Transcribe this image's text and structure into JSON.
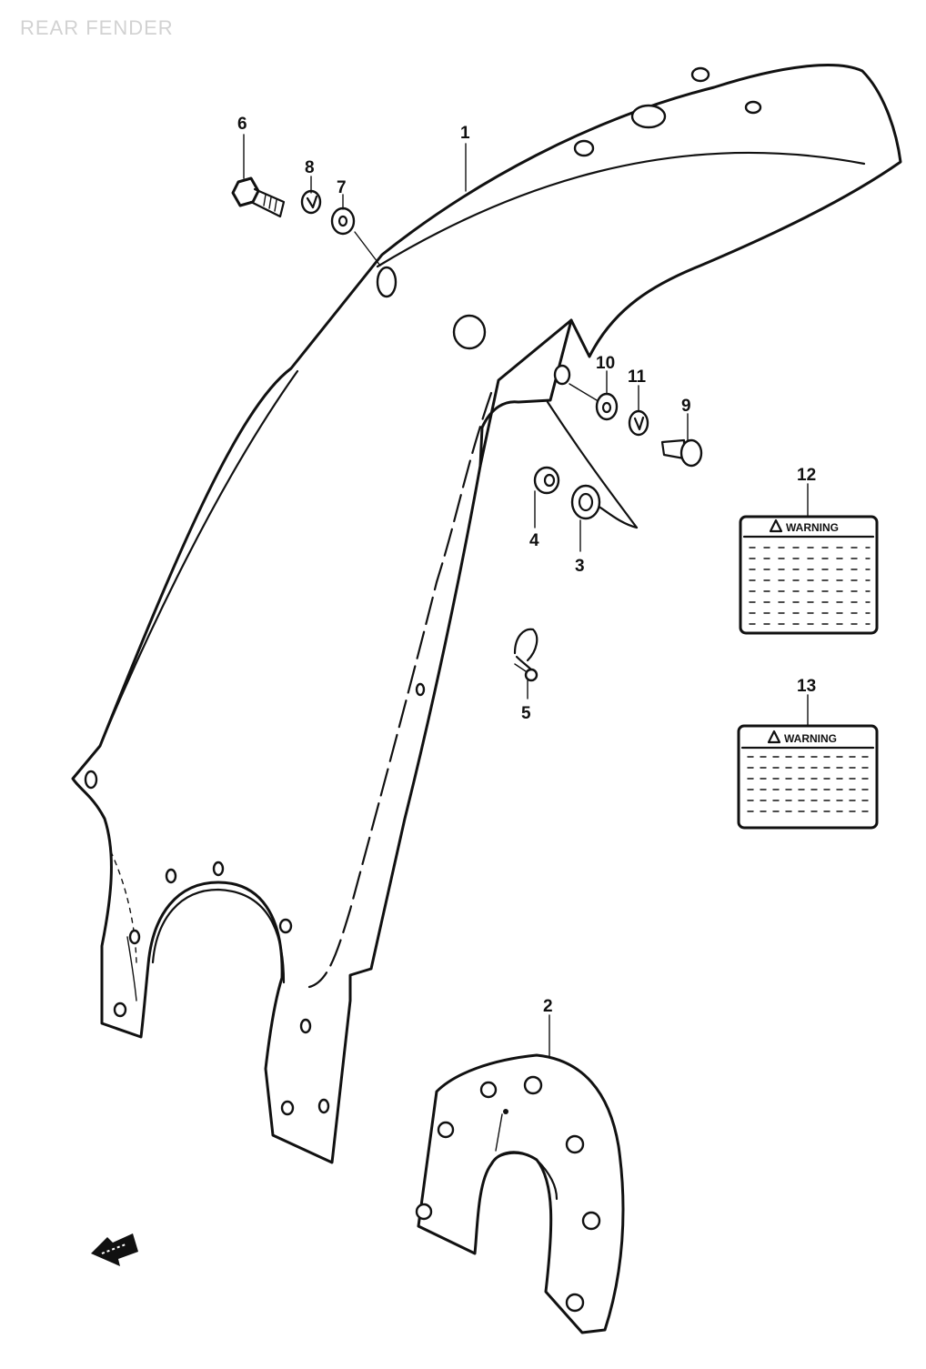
{
  "title": "REAR FENDER",
  "callouts": {
    "c1": "1",
    "c2": "2",
    "c3": "3",
    "c4": "4",
    "c5": "5",
    "c6": "6",
    "c7": "7",
    "c8": "8",
    "c9": "9",
    "c10": "10",
    "c11": "11",
    "c12": "12",
    "c13": "13"
  },
  "labels": {
    "warning_12": "WARNING",
    "warning_13": "WARNING"
  },
  "colors": {
    "ink": "#111111",
    "title_gray": "#d2d2d2",
    "background": "#ffffff"
  },
  "icons": {
    "front_arrow": "front-direction-arrow-icon",
    "warning_triangle": "warning-triangle-icon"
  }
}
